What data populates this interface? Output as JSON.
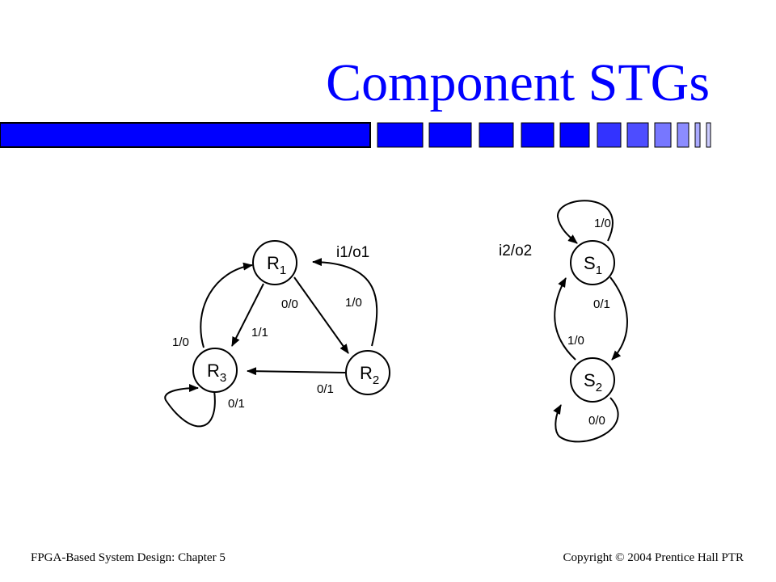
{
  "slide": {
    "title": "Component STGs",
    "footer_left": "FPGA-Based System Design: Chapter 5",
    "footer_right": "Copyright © 2004 Prentice Hall PTR"
  },
  "colors": {
    "title": "#0000ff",
    "banner": "#0000ff"
  },
  "diagram1": {
    "label": "i1/o1",
    "nodes": {
      "r1": {
        "base": "R",
        "sub": "1"
      },
      "r2": {
        "base": "R",
        "sub": "2"
      },
      "r3": {
        "base": "R",
        "sub": "3"
      }
    },
    "edges": {
      "r1_r2": "0/0",
      "r2_r1": "1/0",
      "r1_r3": "1/1",
      "r3_r1": "1/0",
      "r2_r3": "0/1",
      "r3_self": "0/1"
    }
  },
  "diagram2": {
    "label": "i2/o2",
    "nodes": {
      "s1": {
        "base": "S",
        "sub": "1"
      },
      "s2": {
        "base": "S",
        "sub": "2"
      }
    },
    "edges": {
      "s1_self": "1/0",
      "s1_s2": "0/1",
      "s2_s1": "1/0",
      "s2_self": "0/0"
    }
  }
}
